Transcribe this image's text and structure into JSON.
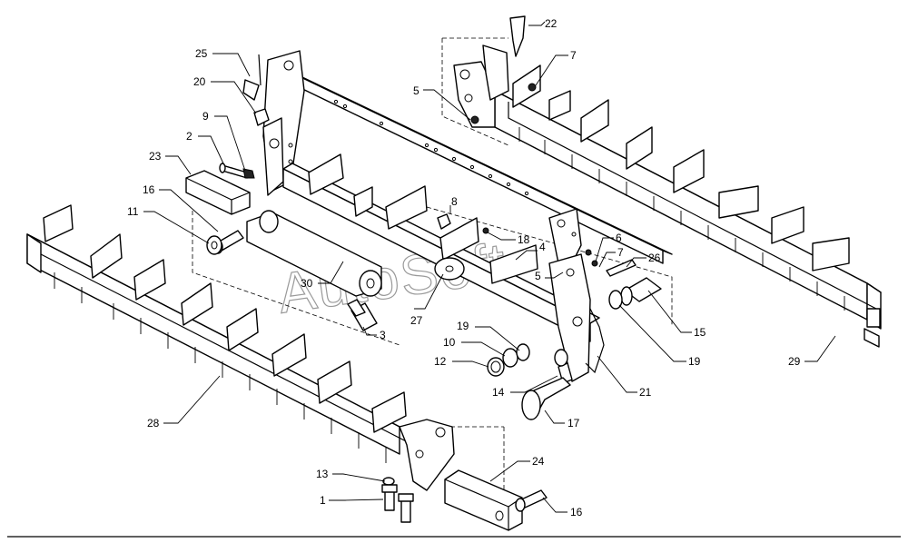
{
  "watermark": "AutoSoft",
  "callouts": [
    "25",
    "20",
    "9",
    "2",
    "23",
    "16",
    "11",
    "30",
    "3",
    "27",
    "8",
    "18",
    "4",
    "5",
    "6",
    "7",
    "26",
    "19",
    "10",
    "12",
    "14",
    "17",
    "21",
    "15",
    "19",
    "22",
    "7",
    "5",
    "29",
    "28",
    "13",
    "1",
    "24",
    "16"
  ]
}
